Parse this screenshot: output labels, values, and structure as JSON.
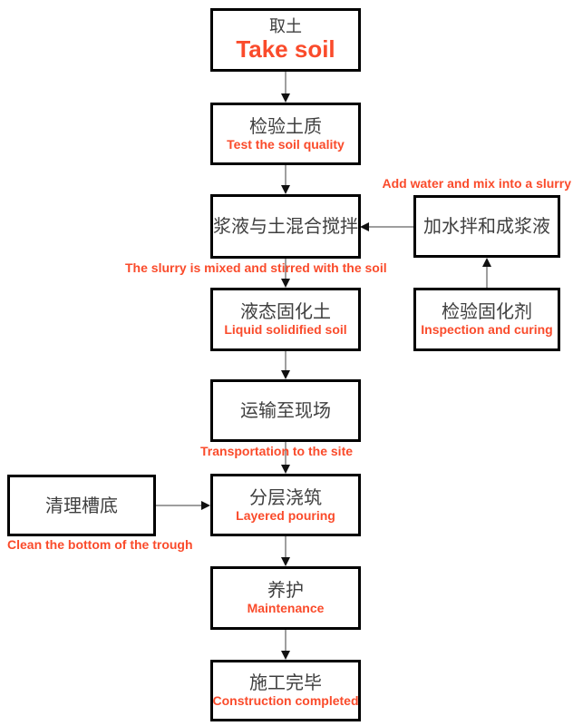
{
  "flowchart": {
    "nodes": {
      "take_soil": {
        "zh": "取土",
        "en": "Take soil"
      },
      "test_soil": {
        "zh": "检验土质",
        "en": "Test the soil quality"
      },
      "mix_slurry": {
        "zh": "浆液与土混合搅拌"
      },
      "liquid_soil": {
        "zh": "液态固化土",
        "en": "Liquid solidified soil"
      },
      "transport": {
        "zh": "运输至现场"
      },
      "layered_pouring": {
        "zh": "分层浇筑",
        "en": "Layered pouring"
      },
      "maintenance": {
        "zh": "养护",
        "en": "Maintenance"
      },
      "completed": {
        "zh": "施工完毕",
        "en": "Construction completed"
      },
      "add_water": {
        "zh": "加水拌和成浆液"
      },
      "inspect_agent": {
        "zh": "检验固化剂",
        "en": "Inspection and curing"
      },
      "clean_trough": {
        "zh": "清理槽底"
      }
    },
    "captions": {
      "add_water": "Add water and mix into a slurry",
      "mix_slurry": "The slurry is mixed and stirred with the soil",
      "transport": "Transportation to the site",
      "clean_trough": "Clean the bottom of the trough"
    }
  },
  "colors": {
    "background": "#ffffff",
    "box_border": "#000000",
    "chinese_text": "#3f3f3f",
    "accent_red": "#fa4b2b",
    "arrow_line": "#7f7f7f",
    "arrow_head": "#111111"
  }
}
